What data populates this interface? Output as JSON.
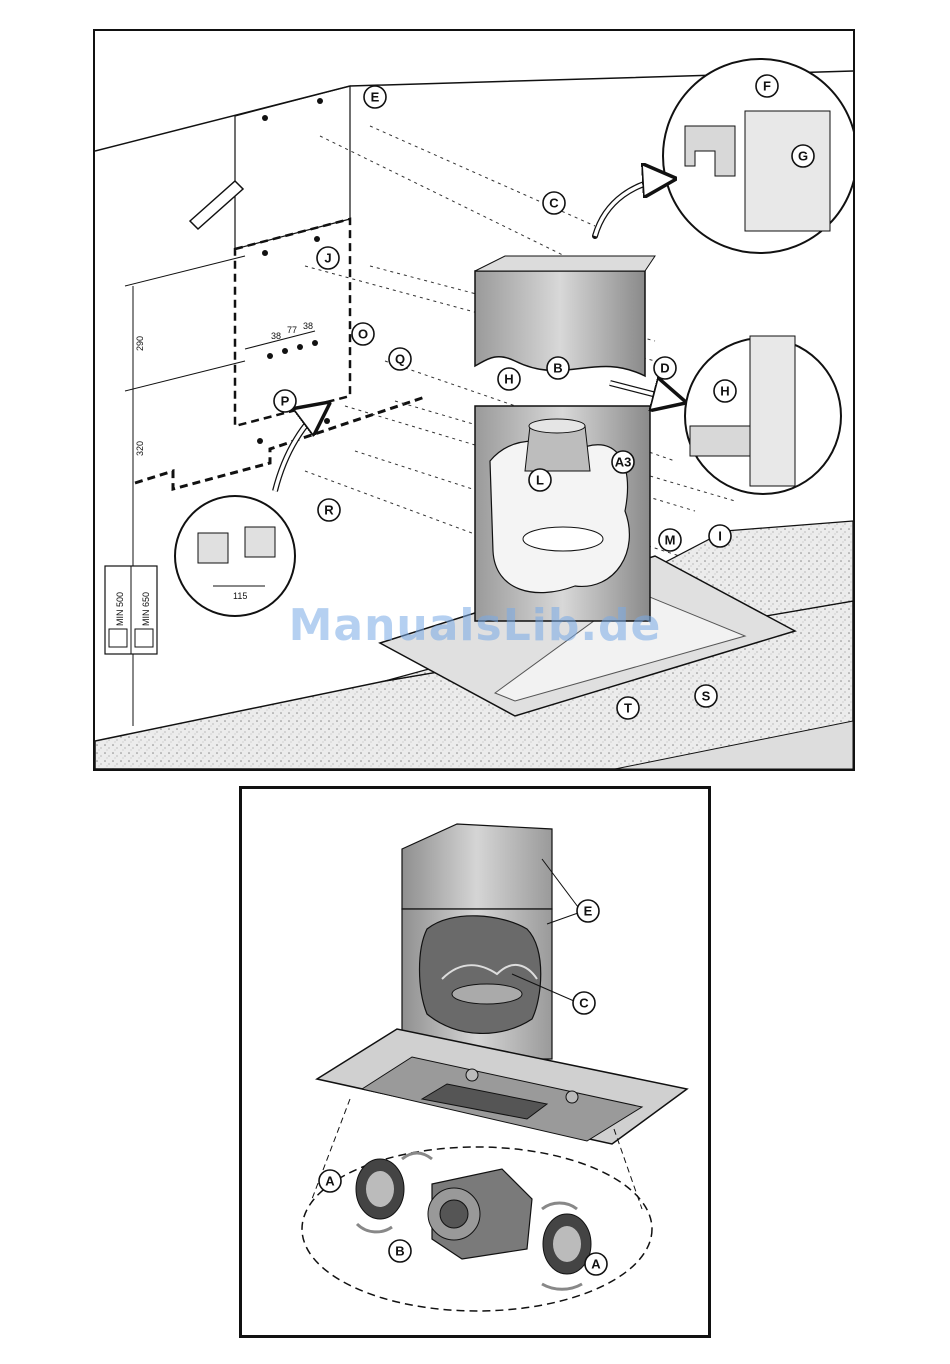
{
  "figure_top": {
    "labels": [
      "E",
      "C",
      "F",
      "G",
      "J",
      "O",
      "Q",
      "P",
      "R",
      "H",
      "B",
      "A3",
      "L",
      "D",
      "I",
      "M",
      "T",
      "S",
      "H"
    ],
    "dimensions": {
      "d290": "290",
      "d320": "320",
      "d38a": "38",
      "d77": "77",
      "d38b": "38",
      "d115": "115"
    },
    "hob_clearance": [
      "MIN 500",
      "MIN 650"
    ]
  },
  "figure_bottom": {
    "labels": [
      "E",
      "C",
      "A",
      "B",
      "A"
    ]
  },
  "watermark": "ManualsLib.de"
}
